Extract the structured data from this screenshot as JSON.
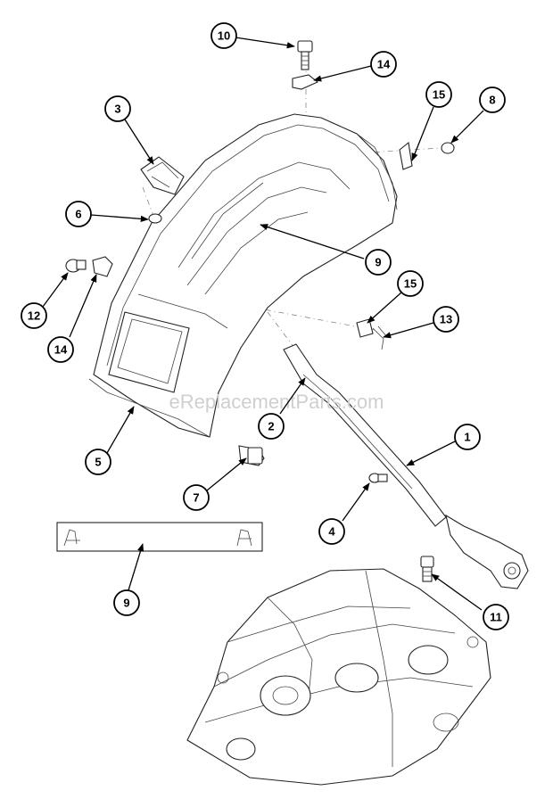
{
  "watermark": "eReplacementParts.com",
  "callouts": [
    {
      "id": "c10",
      "label": "10"
    },
    {
      "id": "c14a",
      "label": "14"
    },
    {
      "id": "c3",
      "label": "3"
    },
    {
      "id": "c15a",
      "label": "15"
    },
    {
      "id": "c8",
      "label": "8"
    },
    {
      "id": "c6",
      "label": "6"
    },
    {
      "id": "c9a",
      "label": "9"
    },
    {
      "id": "c12",
      "label": "12"
    },
    {
      "id": "c14b",
      "label": "14"
    },
    {
      "id": "c15b",
      "label": "15"
    },
    {
      "id": "c13",
      "label": "13"
    },
    {
      "id": "c2",
      "label": "2"
    },
    {
      "id": "c5",
      "label": "5"
    },
    {
      "id": "c1",
      "label": "1"
    },
    {
      "id": "c7",
      "label": "7"
    },
    {
      "id": "c4",
      "label": "4"
    },
    {
      "id": "c9b",
      "label": "9"
    },
    {
      "id": "c11",
      "label": "11"
    }
  ],
  "colors": {
    "ink": "#000000",
    "watermark": "#cfcfcf",
    "background": "#ffffff"
  }
}
